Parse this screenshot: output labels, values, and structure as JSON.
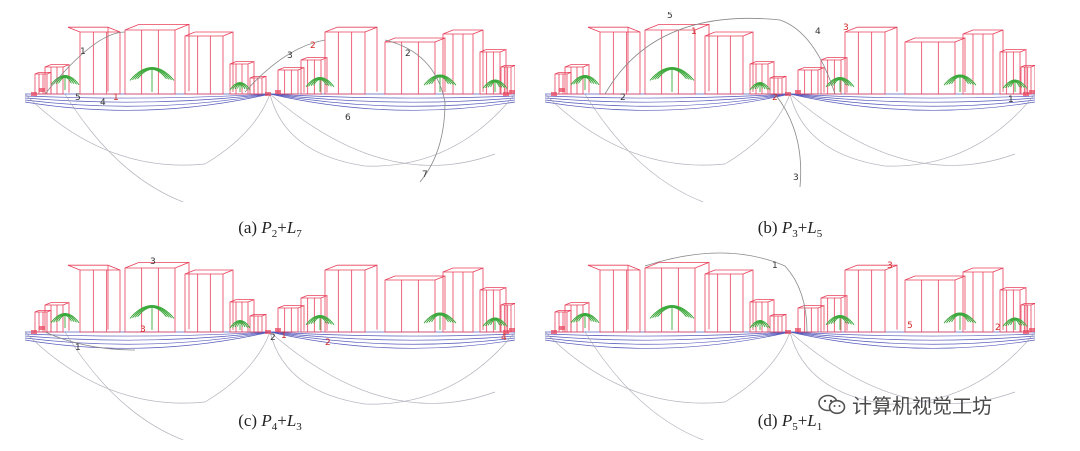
{
  "panels": [
    {
      "id": "a",
      "caption": {
        "label": "(a)",
        "P": "P",
        "P_sub": "2",
        "L": "L",
        "L_sub": "7"
      },
      "line_labels": [
        {
          "text": "1",
          "color": "dark",
          "x": 0,
          "y": 0
        },
        {
          "text": "2",
          "color": "red",
          "x": 0,
          "y": 0
        },
        {
          "text": "3",
          "color": "dark",
          "x": 0,
          "y": 0
        },
        {
          "text": "2",
          "color": "dark",
          "x": 0,
          "y": 0
        },
        {
          "text": "5",
          "color": "dark",
          "x": 0,
          "y": 0
        },
        {
          "text": "4",
          "color": "dark",
          "x": 0,
          "y": 0
        },
        {
          "text": "1",
          "color": "red",
          "x": 0,
          "y": 0
        },
        {
          "text": "6",
          "color": "dark",
          "x": 0,
          "y": 0
        },
        {
          "text": "7",
          "color": "dark",
          "x": 0,
          "y": 0
        }
      ]
    },
    {
      "id": "b",
      "caption": {
        "label": "(b)",
        "P": "P",
        "P_sub": "3",
        "L": "L",
        "L_sub": "5"
      },
      "line_labels": [
        {
          "text": "5",
          "color": "dark"
        },
        {
          "text": "1",
          "color": "red"
        },
        {
          "text": "4",
          "color": "dark"
        },
        {
          "text": "3",
          "color": "red"
        },
        {
          "text": "2",
          "color": "dark"
        },
        {
          "text": "2",
          "color": "red"
        },
        {
          "text": "1",
          "color": "dark"
        },
        {
          "text": "3",
          "color": "dark"
        }
      ]
    },
    {
      "id": "c",
      "caption": {
        "label": "(c)",
        "P": "P",
        "P_sub": "4",
        "L": "L",
        "L_sub": "3"
      },
      "line_labels": [
        {
          "text": "3",
          "color": "dark"
        },
        {
          "text": "3",
          "color": "red"
        },
        {
          "text": "2",
          "color": "dark"
        },
        {
          "text": "1",
          "color": "red"
        },
        {
          "text": "2",
          "color": "red"
        },
        {
          "text": "1",
          "color": "dark"
        },
        {
          "text": "4",
          "color": "red"
        }
      ]
    },
    {
      "id": "d",
      "caption": {
        "label": "(d)",
        "P": "P",
        "P_sub": "5",
        "L": "L",
        "L_sub": "1"
      },
      "line_labels": [
        {
          "text": "1",
          "color": "dark"
        },
        {
          "text": "3",
          "color": "red"
        },
        {
          "text": "5",
          "color": "red"
        },
        {
          "text": "2",
          "color": "red"
        }
      ]
    }
  ],
  "watermark": {
    "text": "计算机视觉工坊",
    "icon": "wechat-icon"
  },
  "colors": {
    "building": "#e8405a",
    "horizon": "#3a3fb0",
    "arc": "#9a9aa8",
    "tree": "#3aa83a",
    "label_red": "#d42a2a"
  }
}
